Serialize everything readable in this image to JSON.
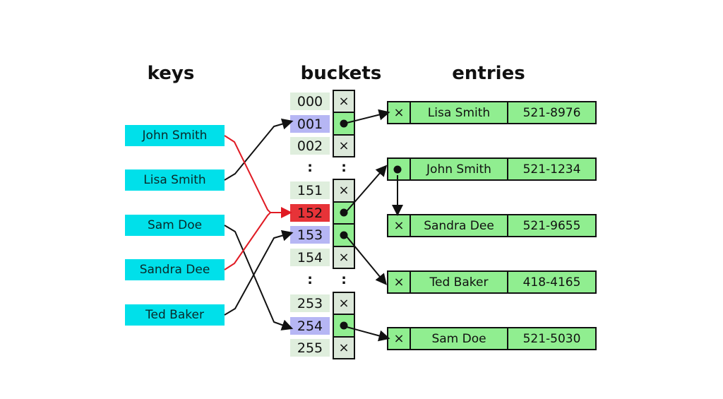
{
  "header": {
    "keys": "keys",
    "buckets": "buckets",
    "entries": "entries"
  },
  "keys": {
    "items": [
      {
        "label": "John Smith"
      },
      {
        "label": "Lisa Smith"
      },
      {
        "label": "Sam Doe"
      },
      {
        "label": "Sandra Dee"
      },
      {
        "label": "Ted Baker"
      }
    ]
  },
  "buckets": {
    "ellipsis": ":",
    "rows": [
      {
        "index": "000",
        "slot": "empty",
        "highlight": "none"
      },
      {
        "index": "001",
        "slot": "pointer",
        "highlight": "purple"
      },
      {
        "index": "002",
        "slot": "empty",
        "highlight": "none"
      },
      {
        "index": "151",
        "slot": "empty",
        "highlight": "none"
      },
      {
        "index": "152",
        "slot": "pointer",
        "highlight": "red"
      },
      {
        "index": "153",
        "slot": "pointer",
        "highlight": "purple"
      },
      {
        "index": "154",
        "slot": "empty",
        "highlight": "none"
      },
      {
        "index": "253",
        "slot": "empty",
        "highlight": "none"
      },
      {
        "index": "254",
        "slot": "pointer",
        "highlight": "purple"
      },
      {
        "index": "255",
        "slot": "empty",
        "highlight": "none"
      }
    ]
  },
  "entries": {
    "items": [
      {
        "name": "Lisa Smith",
        "phone": "521-8976",
        "next": "null"
      },
      {
        "name": "John Smith",
        "phone": "521-1234",
        "next": "pointer"
      },
      {
        "name": "Sandra Dee",
        "phone": "521-9655",
        "next": "null"
      },
      {
        "name": "Ted Baker",
        "phone": "418-4165",
        "next": "null"
      },
      {
        "name": "Sam Doe",
        "phone": "521-5030",
        "next": "null"
      }
    ]
  },
  "links": {
    "key_to_bucket": [
      {
        "key": "John Smith",
        "bucket": "152",
        "color": "red"
      },
      {
        "key": "Lisa Smith",
        "bucket": "001",
        "color": "black"
      },
      {
        "key": "Sam Doe",
        "bucket": "254",
        "color": "black"
      },
      {
        "key": "Sandra Dee",
        "bucket": "152",
        "color": "red"
      },
      {
        "key": "Ted Baker",
        "bucket": "153",
        "color": "black"
      }
    ],
    "bucket_to_entry": [
      {
        "bucket": "001",
        "entry": "Lisa Smith"
      },
      {
        "bucket": "152",
        "entry": "John Smith"
      },
      {
        "bucket": "153",
        "entry": "Ted Baker"
      },
      {
        "bucket": "254",
        "entry": "Sam Doe"
      }
    ],
    "entry_chain": [
      {
        "from": "John Smith",
        "to": "Sandra Dee"
      }
    ]
  },
  "glyphs": {
    "null_slot": "×"
  },
  "colors": {
    "key_box": "#00e0ea",
    "bucket_index_bg": "#dfeedd",
    "bucket_highlight": "#b6b6f4",
    "bucket_collision": "#e73338",
    "slot_empty_bg": "#dce8da",
    "slot_filled_bg": "#90ee90",
    "entry_bg": "#90ee90",
    "line_black": "#111111",
    "line_red": "#e01b24"
  }
}
